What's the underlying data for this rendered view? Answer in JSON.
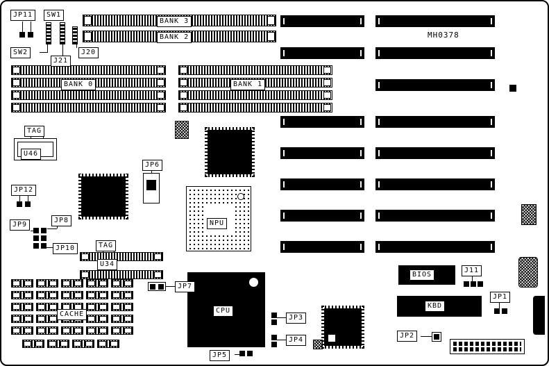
{
  "board": {
    "id": "MH0378"
  },
  "labels": {
    "jp11": "JP11",
    "sw1": "SW1",
    "sw2": "SW2",
    "j21": "J21",
    "j20": "J20",
    "bank3": "BANK 3",
    "bank2": "BANK 2",
    "bank0": "BANK 0",
    "bank1": "BANK 1",
    "tag_u46": "TAG",
    "u46": "U46",
    "jp6": "JP6",
    "jp12": "JP12",
    "jp9": "JP9",
    "jp8": "JP8",
    "jp10": "JP10",
    "tag_u34": "TAG",
    "u34": "U34",
    "cache": "CACHE",
    "jp7": "JP7",
    "npu": "NPU",
    "cpu": "CPU",
    "jp3": "JP3",
    "jp4": "JP4",
    "jp5": "JP5",
    "bios": "BIOS",
    "j11": "J11",
    "kbd": "KBD",
    "jp1": "JP1",
    "jp2": "JP2"
  }
}
